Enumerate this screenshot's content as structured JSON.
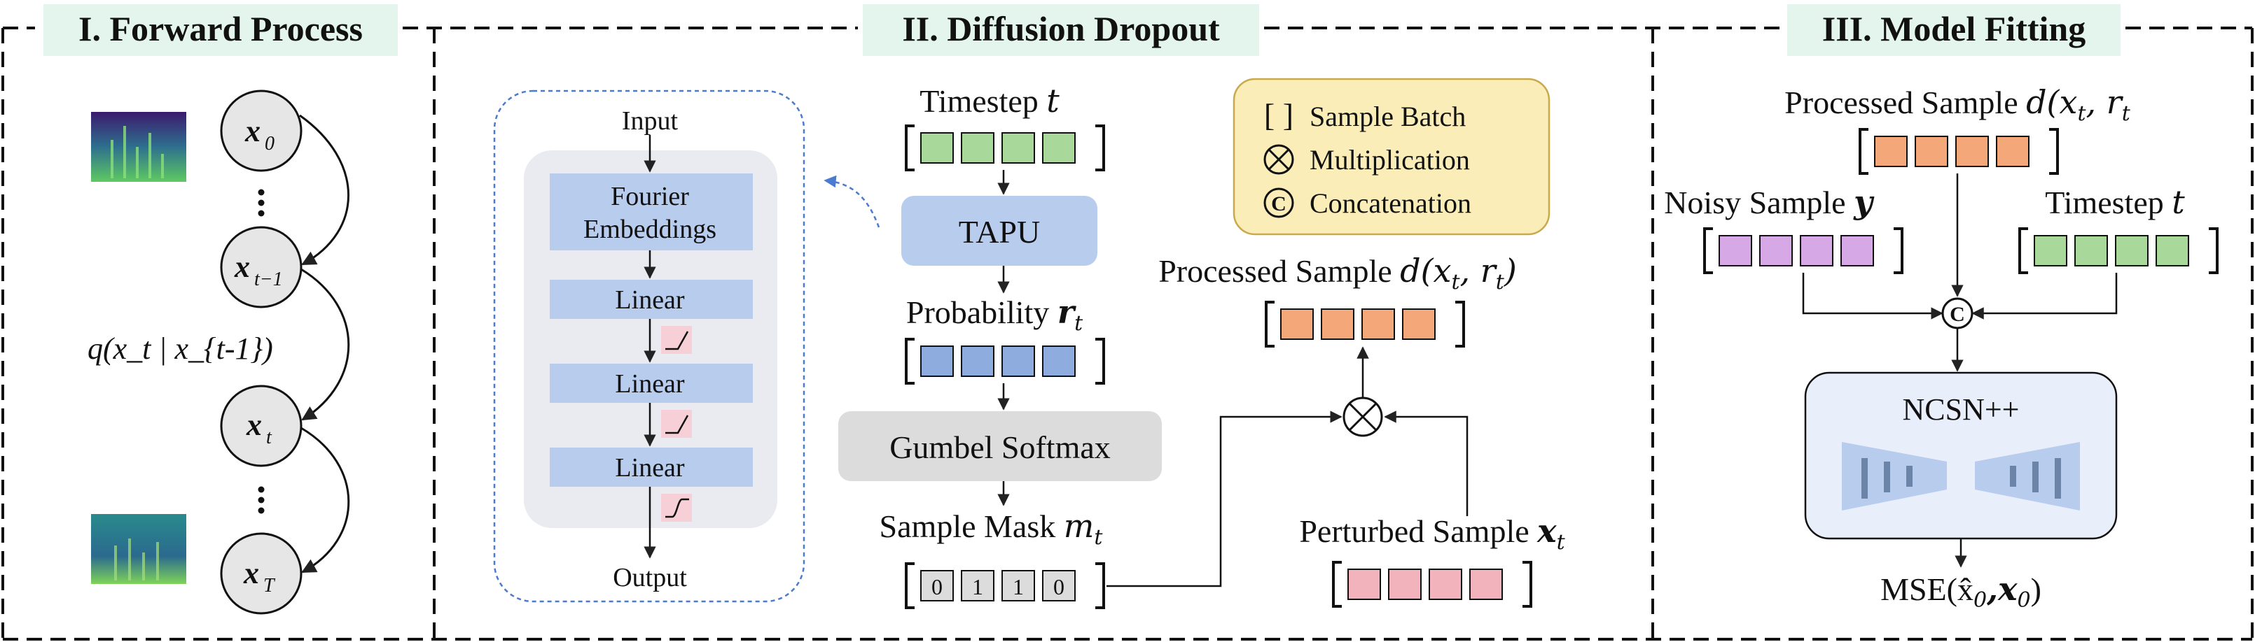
{
  "sections": {
    "forward_title": "I. Forward Process",
    "dropout_title": "II. Diffusion Dropout",
    "fitting_title": "III. Model Fitting"
  },
  "forward": {
    "nodes": [
      "x0",
      "xt-1",
      "xt",
      "xT"
    ],
    "transition_label": "q(x_t | x_{t-1})"
  },
  "tapu_detail": {
    "input": "Input",
    "fourier_line1": "Fourier",
    "fourier_line2": "Embeddings",
    "linear1": "Linear",
    "linear2": "Linear",
    "linear3": "Linear",
    "output": "Output"
  },
  "dropout": {
    "timestep_label": "Timestep",
    "timestep_var": "t",
    "tapu": "TAPU",
    "probability_label": "Probability",
    "probability_var": "r",
    "probability_sub": "t",
    "gumbel": "Gumbel Softmax",
    "mask_label": "Sample Mask",
    "mask_var": "m",
    "mask_sub": "t",
    "mask_values": [
      "0",
      "1",
      "1",
      "0"
    ],
    "processed_label": "Processed Sample",
    "processed_math": "d(x",
    "processed_math_sub": "t",
    "processed_math_rest": ", r",
    "processed_math_rest_sub": "t",
    "processed_close": ")",
    "perturbed_label": "Perturbed Sample",
    "perturbed_var": "x",
    "perturbed_sub": "t"
  },
  "legend": {
    "batch_symbol": "[ ]",
    "batch": "Sample Batch",
    "mult_symbol": "⊗",
    "mult": "Multiplication",
    "concat_symbol": "C",
    "concat": "Concatenation"
  },
  "fitting": {
    "processed_label": "Processed Sample",
    "processed_math": "d(x",
    "processed_math_sub": "t",
    "processed_math_rest": ", r",
    "processed_math_rest_sub": "t",
    "noisy_label": "Noisy Sample",
    "noisy_var": "y",
    "timestep_label": "Timestep",
    "timestep_var": "t",
    "model": "NCSN++",
    "loss": "MSE(x̂",
    "loss_sub": "0",
    "loss_mid": ",x",
    "loss_sub2": "0",
    "loss_close": ")"
  },
  "colors": {
    "green": "#a8d89a",
    "blue": "#8eadde",
    "orange": "#f4a87a",
    "purple": "#d6a8e6",
    "pink": "#f2b3bd",
    "title_bg": "#e3f5ec",
    "legend_bg": "#fbedb8",
    "tapu_bg": "#b8ccee"
  }
}
